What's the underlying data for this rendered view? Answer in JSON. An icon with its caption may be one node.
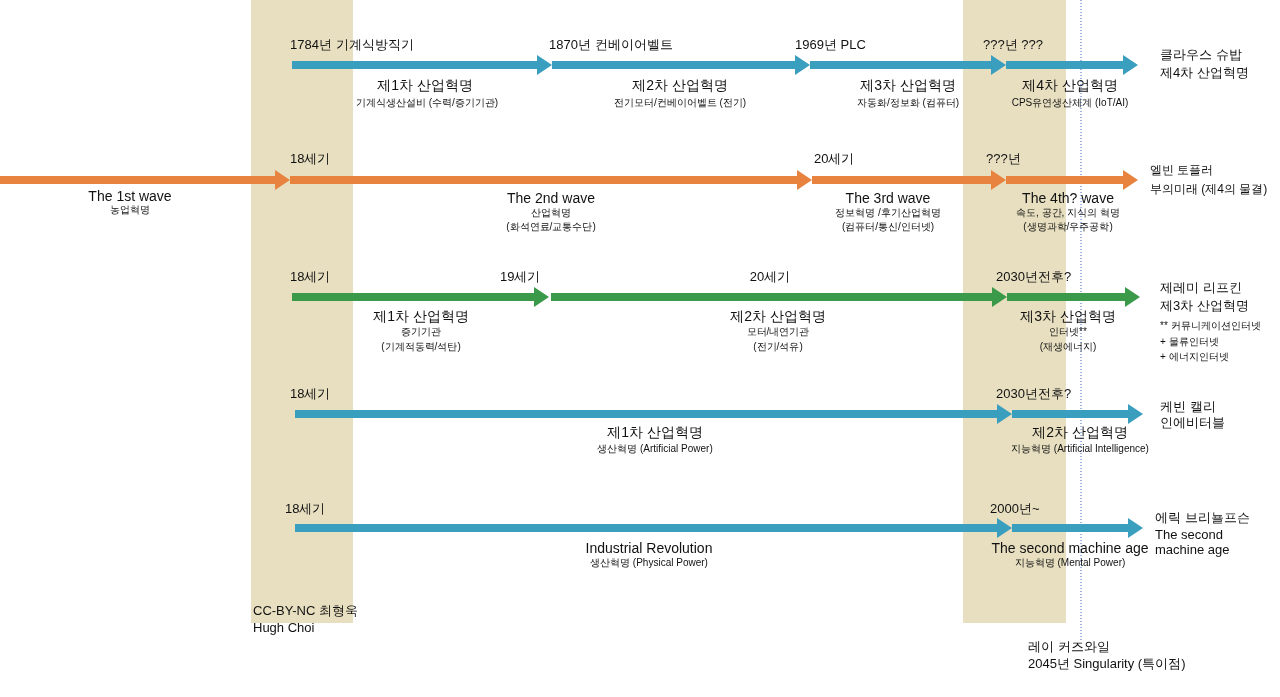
{
  "diagram": {
    "labels": [
      "1784년 기계식방직기",
      "1870년 컨베이어벨트",
      "1969년 PLC",
      "???년 ???",
      "제1차 산업혁명",
      "기계식생산설비 (수력/증기기관)",
      "제2차 산업혁명",
      "전기모터/컨베이어벨트 (전기)",
      "제3차 산업혁명",
      "자동화/정보화 (컴퓨터)",
      "제4차 산업혁명",
      "CPS유연생산체계 (IoT/AI)",
      "클라우스 슈밥",
      "제4차 산업혁명",
      "18세기",
      "20세기",
      "???년",
      "The 1st wave",
      "농업혁명",
      "The 2nd wave",
      "산업혁명",
      "(화석연료/교통수단)",
      "The 3rd wave",
      "정보혁명 /후기산업혁명",
      "(컴퓨터/통신/인터넷)",
      "The 4th? wave",
      "속도, 공간, 지식의 혁명",
      "(생명과학/우주공학)",
      "엘빈 토플러",
      "부의미래 (제4의 물결)",
      "18세기",
      "19세기",
      "20세기",
      "2030년전후?",
      "제1차 산업혁명",
      "증기기관",
      "(기계적동력/석탄)",
      "제2차 산업혁명",
      "모터/내연기관",
      "(전기/석유)",
      "제3차 산업혁명",
      "인터넷**",
      "(재생에너지)",
      "제레미 리프킨",
      "제3차 산업혁명",
      "** 커뮤니케이션인터넷",
      "+ 물류인터넷",
      "+ 에너지인터넷",
      "18세기",
      "2030년전후?",
      "제1차 산업혁명",
      "생산혁명 (Artificial Power)",
      "제2차 산업혁명",
      "지능혁명 (Artificial Intelligence)",
      "케빈 캘리",
      "인에비터블",
      "18세기",
      "2000년~",
      "Industrial Revolution",
      "생산혁명 (Physical Power)",
      "The second machine age",
      "지능혁명 (Mental Power)",
      "에릭 브리뇰프슨",
      "The second machine age",
      "CC-BY-NC 최형욱",
      "Hugh Choi",
      "레이 커즈와일",
      "2045년 Singularity (특이점)"
    ]
  }
}
